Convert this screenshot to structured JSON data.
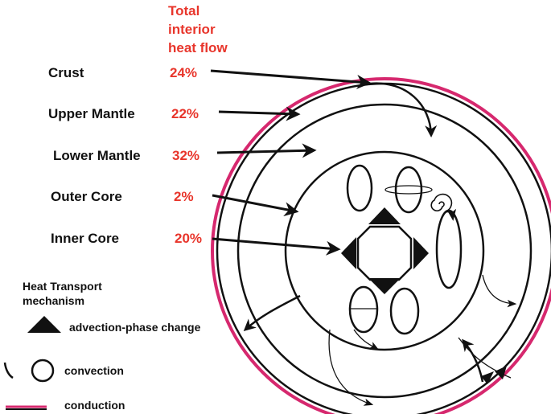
{
  "title": {
    "line1": "Total",
    "line2": "interior",
    "line3": "heat flow"
  },
  "layers": [
    {
      "label": "Crust",
      "percent": "24%"
    },
    {
      "label": "Upper Mantle",
      "percent": "22%"
    },
    {
      "label": "Lower Mantle",
      "percent": "32%"
    },
    {
      "label": "Outer Core",
      "percent": "2%"
    },
    {
      "label": "Inner Core",
      "percent": "20%"
    }
  ],
  "legend": {
    "title_line1": "Heat Transport",
    "title_line2": "mechanism",
    "advection": "advection-phase change",
    "convection": "convection",
    "conduction": "conduction"
  },
  "colors": {
    "accent_red": "#e8352b",
    "conduction_magenta": "#d6286e",
    "ink": "#111111"
  },
  "icons": [
    "triangle-icon",
    "circle-icon",
    "arc-icon",
    "line-icon",
    "arrow-icon",
    "spiral-icon"
  ]
}
